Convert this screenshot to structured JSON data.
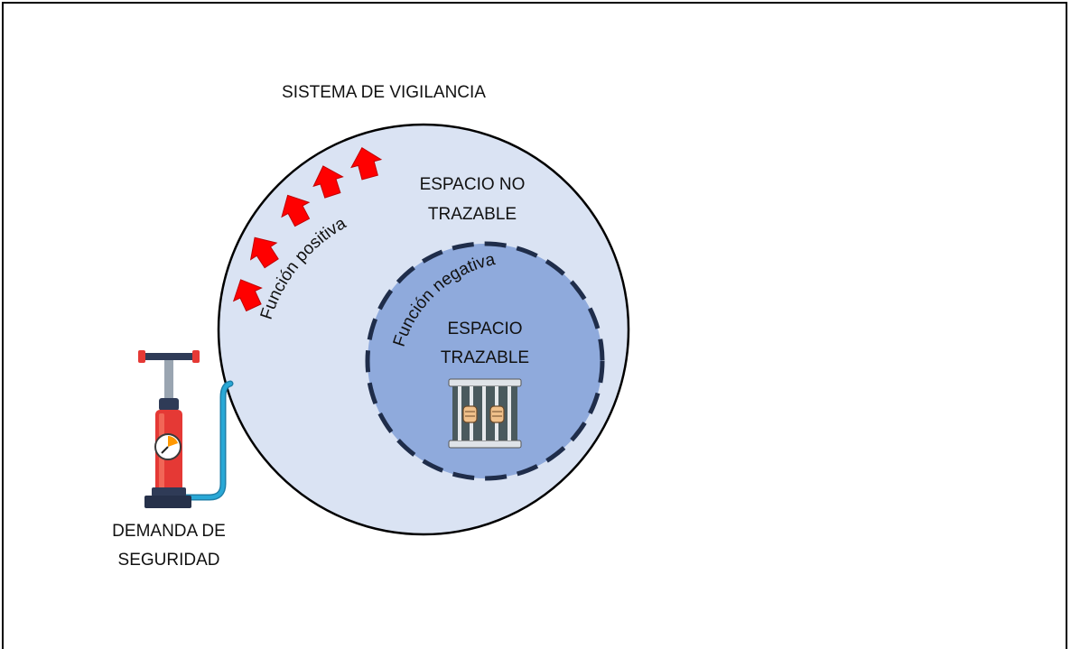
{
  "diagram": {
    "title": "SISTEMA DE VIGILANCIA",
    "outer_space": {
      "label_line1": "ESPACIO NO",
      "label_line2": "TRAZABLE",
      "arc_label": "Función positiva",
      "fill": "#dae3f3",
      "stroke": "#000000"
    },
    "inner_space": {
      "label_line1": "ESPACIO",
      "label_line2": "TRAZABLE",
      "arc_label": "Función negativa",
      "fill": "#8faadc",
      "stroke": "#1f2d4a"
    },
    "pump": {
      "label_line1": "DEMANDA DE",
      "label_line2": "SEGURIDAD",
      "body_color": "#e53935",
      "hose_color": "#29a8d6"
    },
    "arrow_color": "#ff0000",
    "icons": {
      "arrows": "red-arrow-icon",
      "prison": "jail-icon",
      "pump": "air-pump-icon"
    }
  }
}
